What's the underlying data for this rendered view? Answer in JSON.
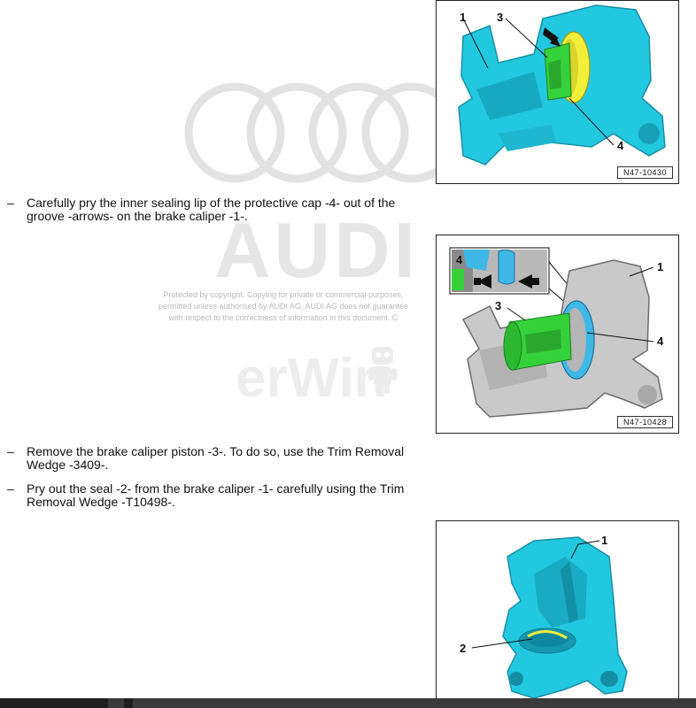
{
  "watermark": {
    "brand": "AUDI",
    "copyright_lines": [
      "Protected by copyright. Copying for private or commercial purposes,",
      "permitted unless authorised by AUDI AG. AUDI AG does not guarantee",
      "with respect to the correctness of information in this document. C"
    ],
    "site": "erWin"
  },
  "steps": [
    {
      "dash": "–",
      "text": "Carefully pry the inner sealing lip of the protective cap -4- out of the groove -arrows- on the brake caliper -1-."
    },
    {
      "dash": "–",
      "text": "Remove the brake caliper piston -3-. To do so, use the Trim Removal Wedge -3409-."
    },
    {
      "dash": "–",
      "text": "Pry out the seal -2- from the brake caliper -1- carefully using the Trim Removal Wedge -T10498-."
    }
  ],
  "figures": [
    {
      "id": "N47-10430",
      "callouts": [
        "1",
        "3",
        "4"
      ]
    },
    {
      "id": "N47-10428",
      "callouts": [
        "1",
        "3",
        "4"
      ],
      "inset_callout": "4"
    },
    {
      "id": "",
      "callouts": [
        "1",
        "2"
      ]
    }
  ],
  "colors": {
    "caliper_cyan": "#22c8e0",
    "caliper_gray": "#c9c9c9",
    "piston_green": "#35d13a",
    "cap_yellow": "#f2ee3a",
    "seal_blue": "#3fb8e8",
    "watermark": "#e3e3e3"
  }
}
